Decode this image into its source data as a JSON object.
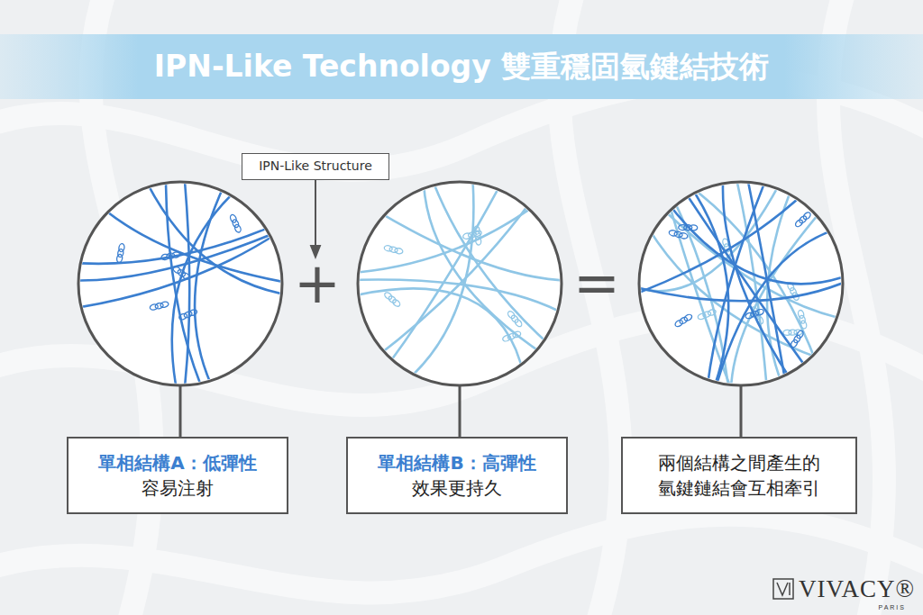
{
  "diagram": {
    "title": "IPN-Like Technology 雙重穩固氫鍵結技術",
    "nodes": [
      {
        "text": [
          "IPN-Like Structure"
        ]
      },
      {
        "text": [
          "單相結構A：低彈性",
          "容易注射"
        ]
      },
      {
        "text": [
          "單相結構B：高彈性",
          "效果更持久"
        ]
      },
      {
        "text": [
          "兩個結構之間產生的 氫鍵鏈結會互相牽引"
        ]
      }
    ],
    "labels": [
      "+",
      "=",
      "VIVACY®",
      "PARIS"
    ]
  }
}
